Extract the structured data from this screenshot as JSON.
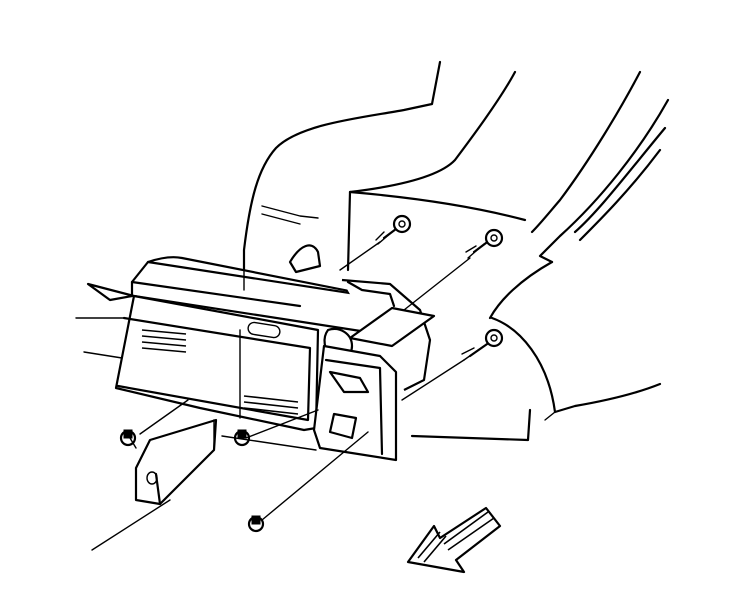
{
  "diagram": {
    "background": "#ffffff",
    "ink": "#000000",
    "components": [
      "body-panel",
      "fender",
      "headlamp-assembly",
      "mounting-bracket",
      "bolt-upper-left",
      "bolt-upper-right",
      "bolt-right",
      "nut-lower-left",
      "nut-lower-middle",
      "nut-lower",
      "direction-arrow"
    ]
  }
}
